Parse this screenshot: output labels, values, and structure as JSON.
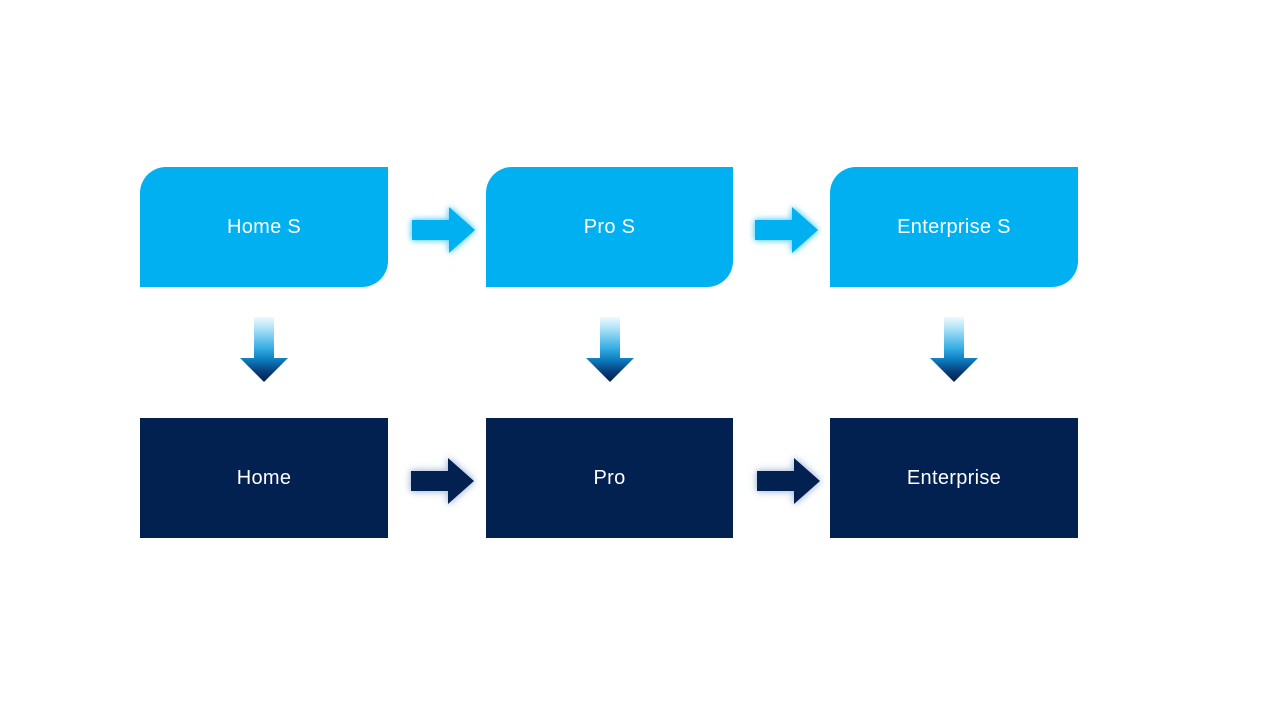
{
  "diagram": {
    "title_hint": "product-edition-mapping-flow",
    "columns": [
      {
        "top_label": "Home S",
        "bottom_label": "Home"
      },
      {
        "top_label": "Pro S",
        "bottom_label": "Pro"
      },
      {
        "top_label": "Enterprise S",
        "bottom_label": "Enterprise"
      }
    ],
    "colors": {
      "background": "#FFFFFF",
      "top_box_fill": "#00B0F0",
      "bottom_box_fill": "#022150",
      "label_text": "#FFFFFF",
      "top_arrow_fill": "#00B0F0",
      "top_arrow_glow": "#7FD9FA",
      "bottom_arrow_fill": "#022150",
      "bottom_arrow_glow": "#BCCADF",
      "down_gradient": {
        "stop0": "#F0F9FE",
        "stop1": "#9BDBF6",
        "stop2": "#35ADE4",
        "stop3": "#0E7FC0",
        "stop4": "#073E7C",
        "stop5": "#04204C"
      }
    }
  }
}
